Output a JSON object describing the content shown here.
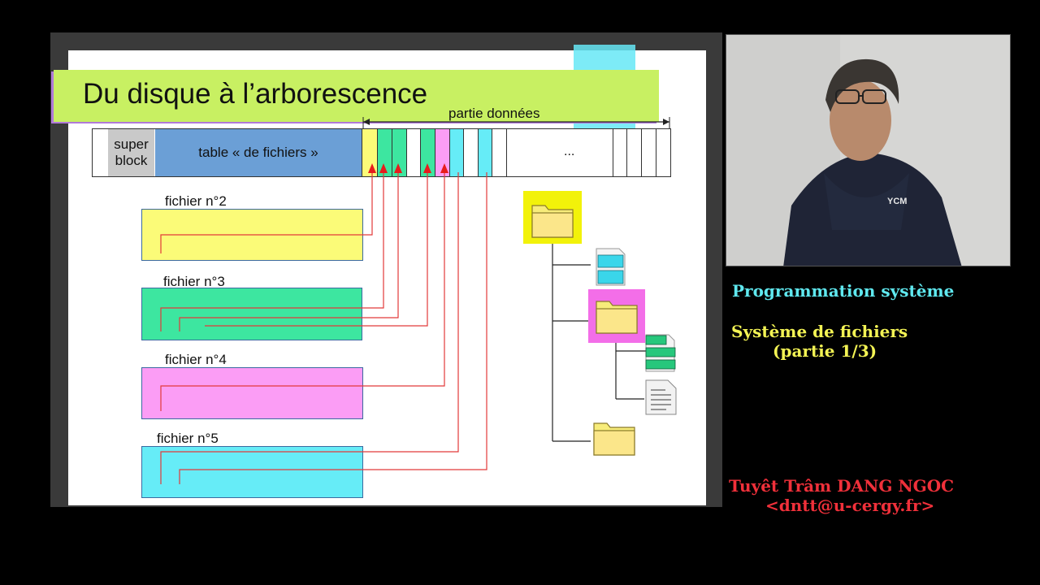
{
  "slide": {
    "title": "Du disque à l’arborescence",
    "partie_donnees": "partie données",
    "superblock": "super\nblock",
    "table_fichiers": "table « de fichiers »",
    "ellipsis": "...",
    "files": [
      {
        "label": "fichier n°2",
        "color": "#fbfb78"
      },
      {
        "label": "fichier n°3",
        "color": "#3de6a0"
      },
      {
        "label": "fichier n°4",
        "color": "#fb9df5"
      },
      {
        "label": "fichier n°5",
        "color": "#66ecf7"
      }
    ]
  },
  "sidebar": {
    "course": "Programmation système",
    "topic": "Système de fichiers",
    "part": "(partie 1/3)",
    "author": "Tuyêt Trâm DANG NGOC",
    "email": "<dntt@u-cergy.fr>"
  },
  "colors": {
    "yellow": "#fbfb78",
    "green": "#3de6a0",
    "pink": "#fb9df5",
    "cyan": "#66ecf7",
    "blue": "#6b9fd6",
    "title_bg": "#c8f062",
    "pointer": "#e23a3a"
  }
}
